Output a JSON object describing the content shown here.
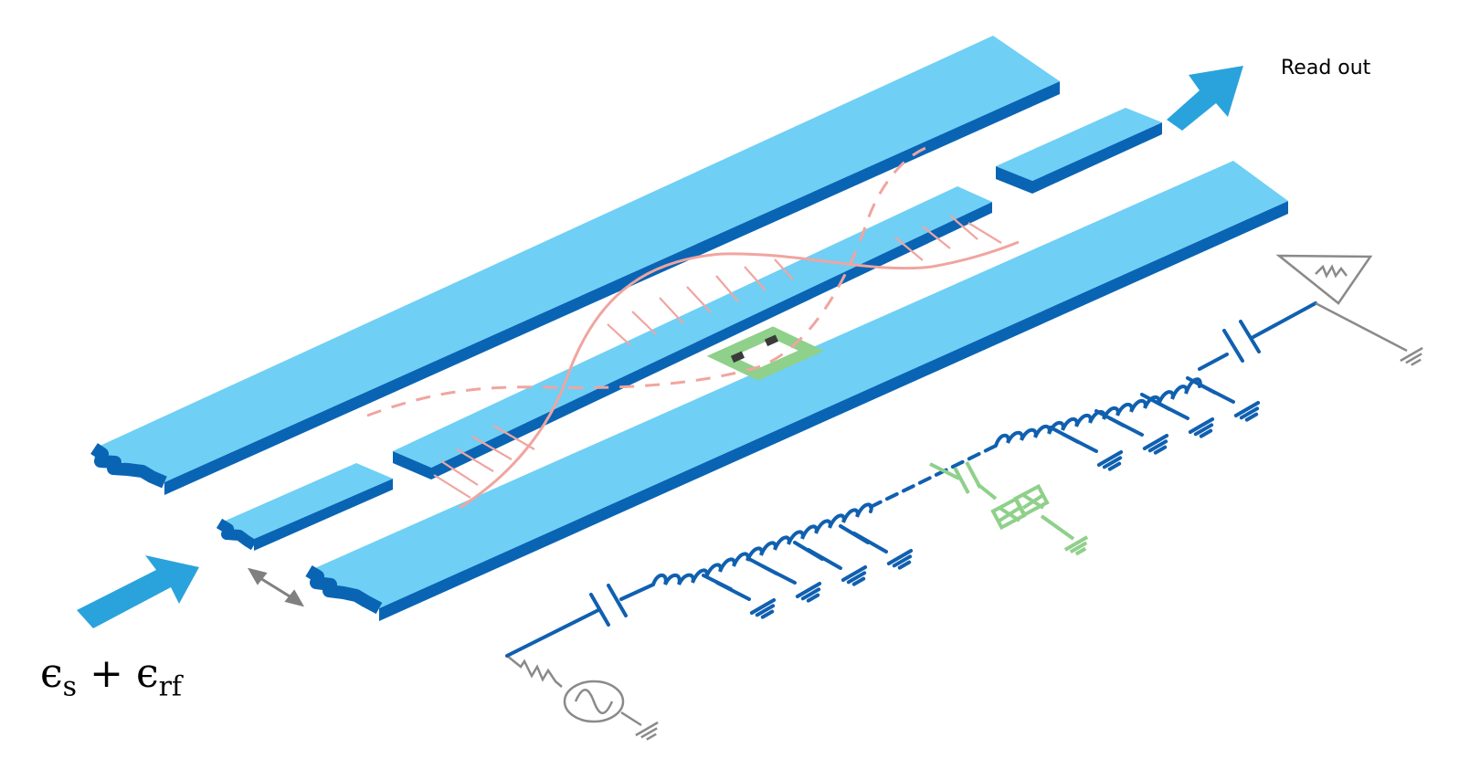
{
  "labels": {
    "readout": "Read out",
    "input_eps": "ϵ",
    "input_sub_s": "s",
    "input_plus": "+",
    "input_sub_rf": "rf"
  },
  "colors": {
    "strip_top": "#6fcff5",
    "strip_side": "#0a64b4",
    "arrow_fill": "#2aa3dc",
    "field": "#f0a5a0",
    "circuit": "#1060b0",
    "qubit": "#8fd08a",
    "source": "#8a8a8a"
  },
  "icons": {
    "input_arrow": "big-arrow-icon",
    "output_arrow": "big-arrow-icon",
    "gap_arrow": "double-arrow-icon",
    "ac_source": "ac-source-icon",
    "ground": "ground-icon",
    "amplifier": "amplifier-icon"
  }
}
